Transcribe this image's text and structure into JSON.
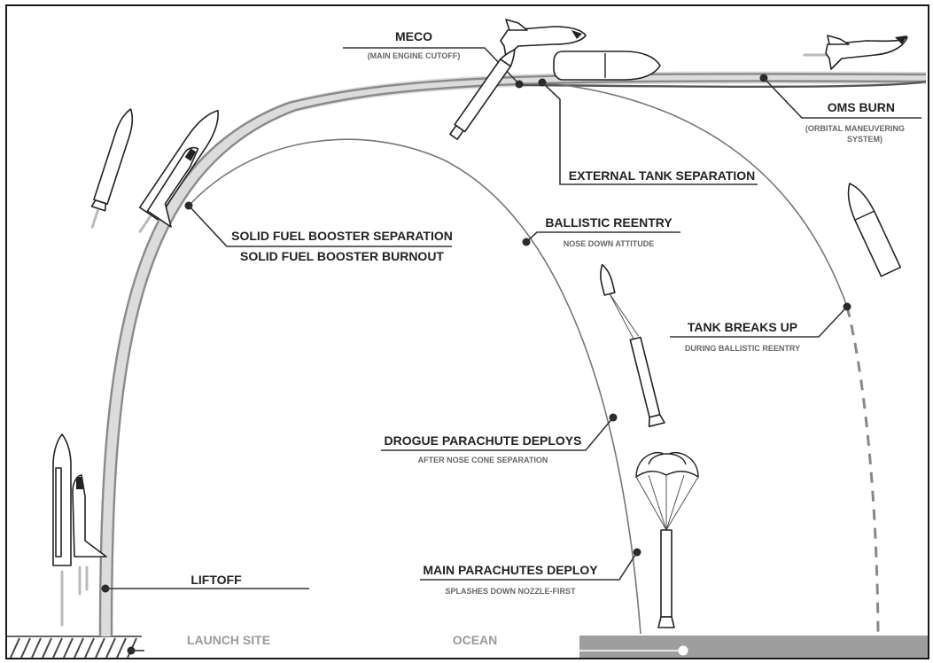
{
  "labels": {
    "meco": "MECO",
    "meco_sub": "(MAIN ENGINE CUTOFF)",
    "oms": "OMS BURN",
    "oms_sub1": "(ORBITAL MANEUVERING",
    "oms_sub2": "SYSTEM)",
    "ext_tank": "EXTERNAL TANK SEPARATION",
    "srb_sep": "SOLID FUEL BOOSTER SEPARATION",
    "srb_burnout": "SOLID FUEL BOOSTER BURNOUT",
    "ballistic": "BALLISTIC REENTRY",
    "ballistic_sub": "NOSE DOWN ATTITUDE",
    "tank_breaks": "TANK BREAKS UP",
    "tank_breaks_sub": "DURING BALLISTIC REENTRY",
    "drogue": "DROGUE PARACHUTE DEPLOYS",
    "drogue_sub": "AFTER NOSE CONE SEPARATION",
    "main_chutes": "MAIN PARACHUTES DEPLOY",
    "main_chutes_sub": "SPLASHES DOWN NOZZLE-FIRST",
    "liftoff": "LIFTOFF",
    "launch_site": "LAUNCH SITE",
    "ocean": "OCEAN"
  },
  "colors": {
    "ink": "#222222",
    "main_path": "#9a9a9a",
    "path_halo": "#dcdcdc",
    "thin_path": "#888888",
    "ocean": "#9e9e9e",
    "muted_text": "#666666"
  },
  "icons": [
    "space-shuttle-icon",
    "solid-rocket-booster-icon",
    "external-tank-icon",
    "parachute-icon"
  ]
}
